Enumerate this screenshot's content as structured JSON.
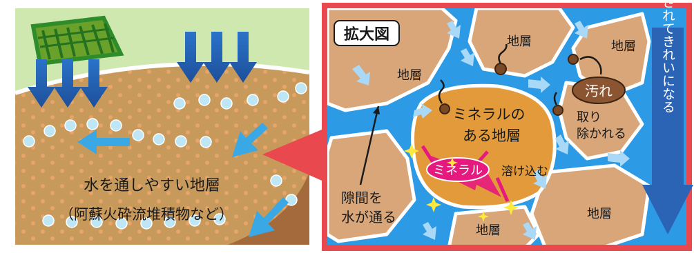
{
  "left": {
    "permeable_layer_line1": "水を通しやすい地層",
    "permeable_layer_line2": "（阿蘇火砕流堆積物など）"
  },
  "right": {
    "zoom_title": "拡大図",
    "layer_label": "地層",
    "mineral_layer_line1": "ミネラルの",
    "mineral_layer_line2": "ある地層",
    "mineral_badge": "ミネラル",
    "dissolve_label": "溶け込む",
    "dirt_badge": "汚れ",
    "removed_line1": "取り",
    "removed_line2": "除かれる",
    "gap_line1": "隙間を",
    "gap_line2": "水が通る",
    "filtered_arrow_text": "ろ過されてきれいになる"
  },
  "colors": {
    "sky": "#cfe8b0",
    "soil": "#c79a5c",
    "frame_red": "#e8484e",
    "water_blue": "#1f8fe0",
    "rock": "#d9a679",
    "mineral_layer": "#e39a3a",
    "mineral_pink": "#e6197e",
    "arrow_blue": "#2b63b5"
  }
}
